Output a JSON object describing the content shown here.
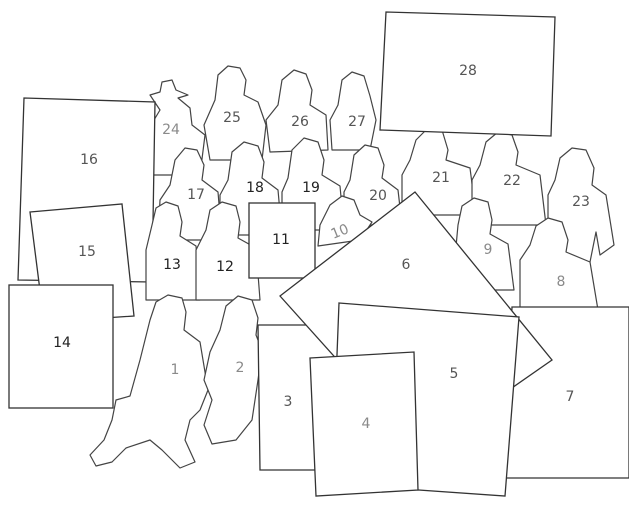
{
  "labels": {
    "n1": "1",
    "n2": "2",
    "n3": "3",
    "n4": "4",
    "n5": "5",
    "n6": "6",
    "n7": "7",
    "n8": "8",
    "n9": "9",
    "n10": "10",
    "n11": "11",
    "n12": "12",
    "n13": "13",
    "n14": "14",
    "n15": "15",
    "n16": "16",
    "n17": "17",
    "n18": "18",
    "n19": "19",
    "n20": "20",
    "n21": "21",
    "n22": "22",
    "n23": "23",
    "n24": "24",
    "n25": "25",
    "n26": "26",
    "n27": "27",
    "n28": "28"
  }
}
